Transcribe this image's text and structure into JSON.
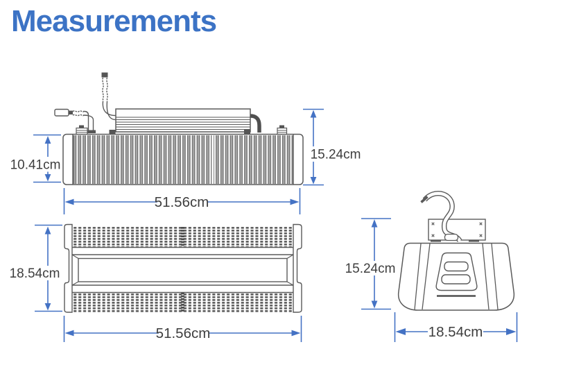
{
  "title": "Measurements",
  "colors": {
    "title_blue": "#3c73c5",
    "dimension_blue": "#4472c4",
    "drawing_gray": "#5a5a5a",
    "fin_gray": "#a8a8a8"
  },
  "dimensions": {
    "front": {
      "body_height": "10.41cm",
      "total_height": "15.24cm",
      "width": "51.56cm"
    },
    "top": {
      "depth": "18.54cm",
      "width": "51.56cm"
    },
    "side": {
      "height": "15.24cm",
      "depth": "18.54cm"
    }
  }
}
